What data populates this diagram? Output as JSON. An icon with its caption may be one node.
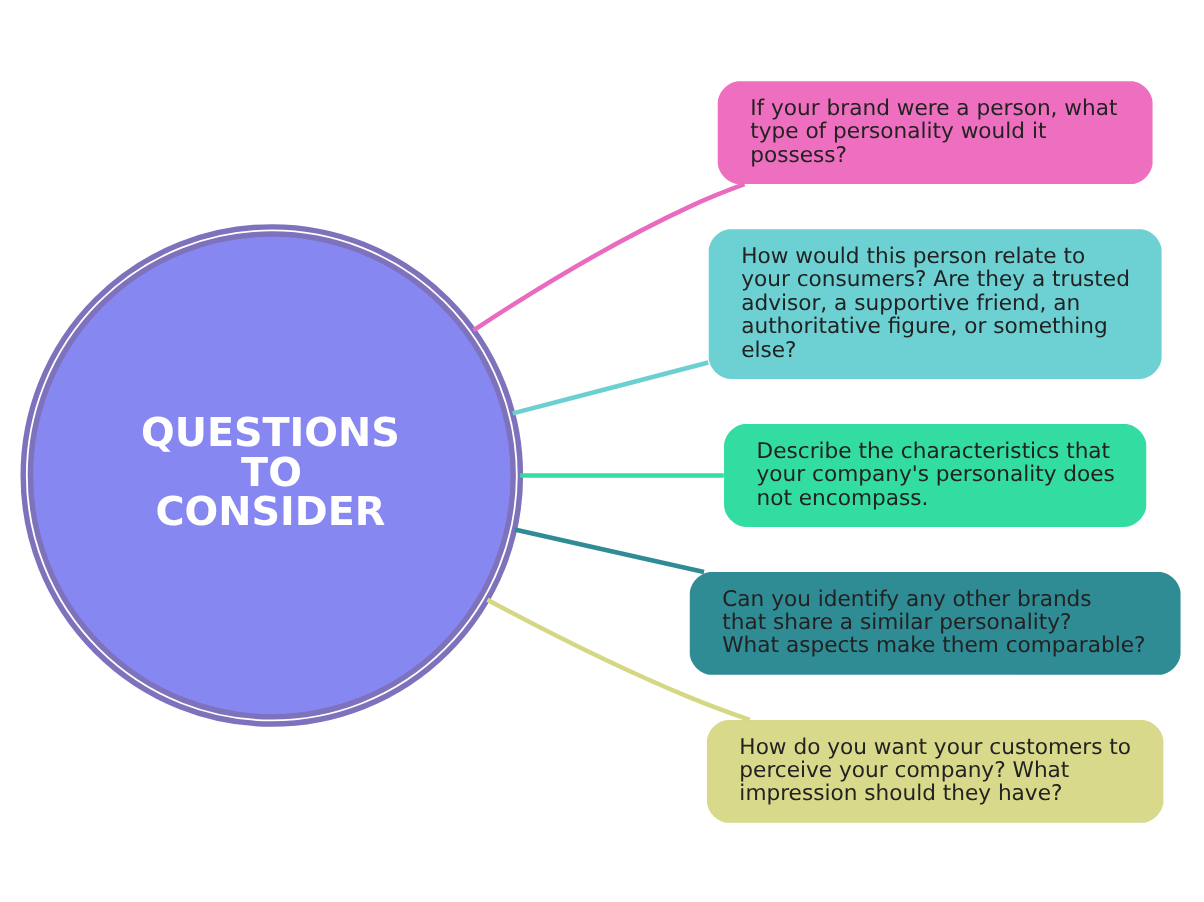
{
  "diagram": {
    "nodes": [
      {
        "text": [
          "QUESTIONS TO CONSIDER"
        ]
      },
      {
        "text": [
          "If your brand were a person, what type of personality would it possess?"
        ]
      },
      {
        "text": [
          "How would this person relate to your consumers? Are they a trusted advisor, a supportive friend, an authoritative figure, or something else?"
        ]
      },
      {
        "text": [
          "Describe the characteristics that your company's personality does not encompass."
        ]
      },
      {
        "text": [
          "Can you identify any other brands that share a similar personality? What aspects make them comparable?"
        ]
      },
      {
        "text": [
          "How do you want your customers to perceive your company? What impression should they have?"
        ]
      }
    ],
    "edges": [
      {
        "from": 0,
        "to": 1,
        "arrow": "none",
        "color": "#e96bbf"
      },
      {
        "from": 0,
        "to": 2,
        "arrow": "none",
        "color": "#6ccfd2"
      },
      {
        "from": 0,
        "to": 3,
        "arrow": "none",
        "color": "#34dca0"
      },
      {
        "from": 0,
        "to": 4,
        "arrow": "none",
        "color": "#2f8c95"
      },
      {
        "from": 0,
        "to": 5,
        "arrow": "none",
        "color": "#d5d784"
      }
    ]
  }
}
